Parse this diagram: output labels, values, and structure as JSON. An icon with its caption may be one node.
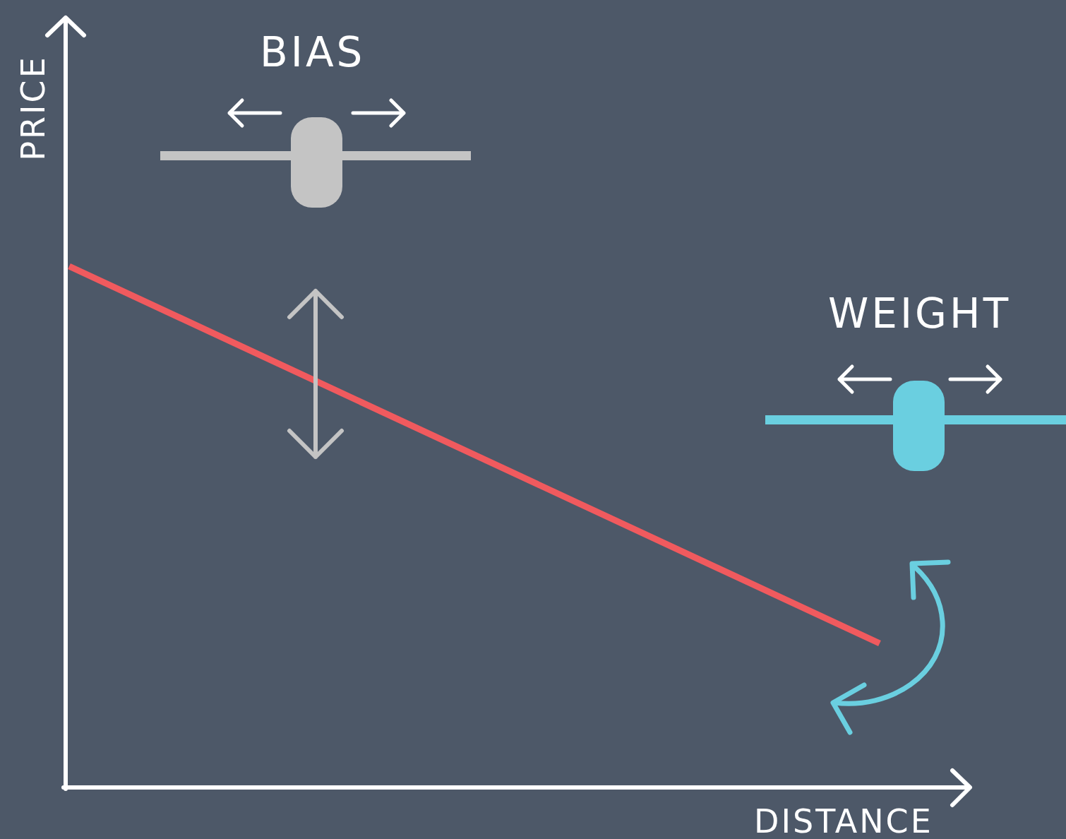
{
  "diagram": {
    "labels": [
      "PRICE",
      "BIAS",
      "WEIGHT",
      "DISTANCE"
    ]
  }
}
